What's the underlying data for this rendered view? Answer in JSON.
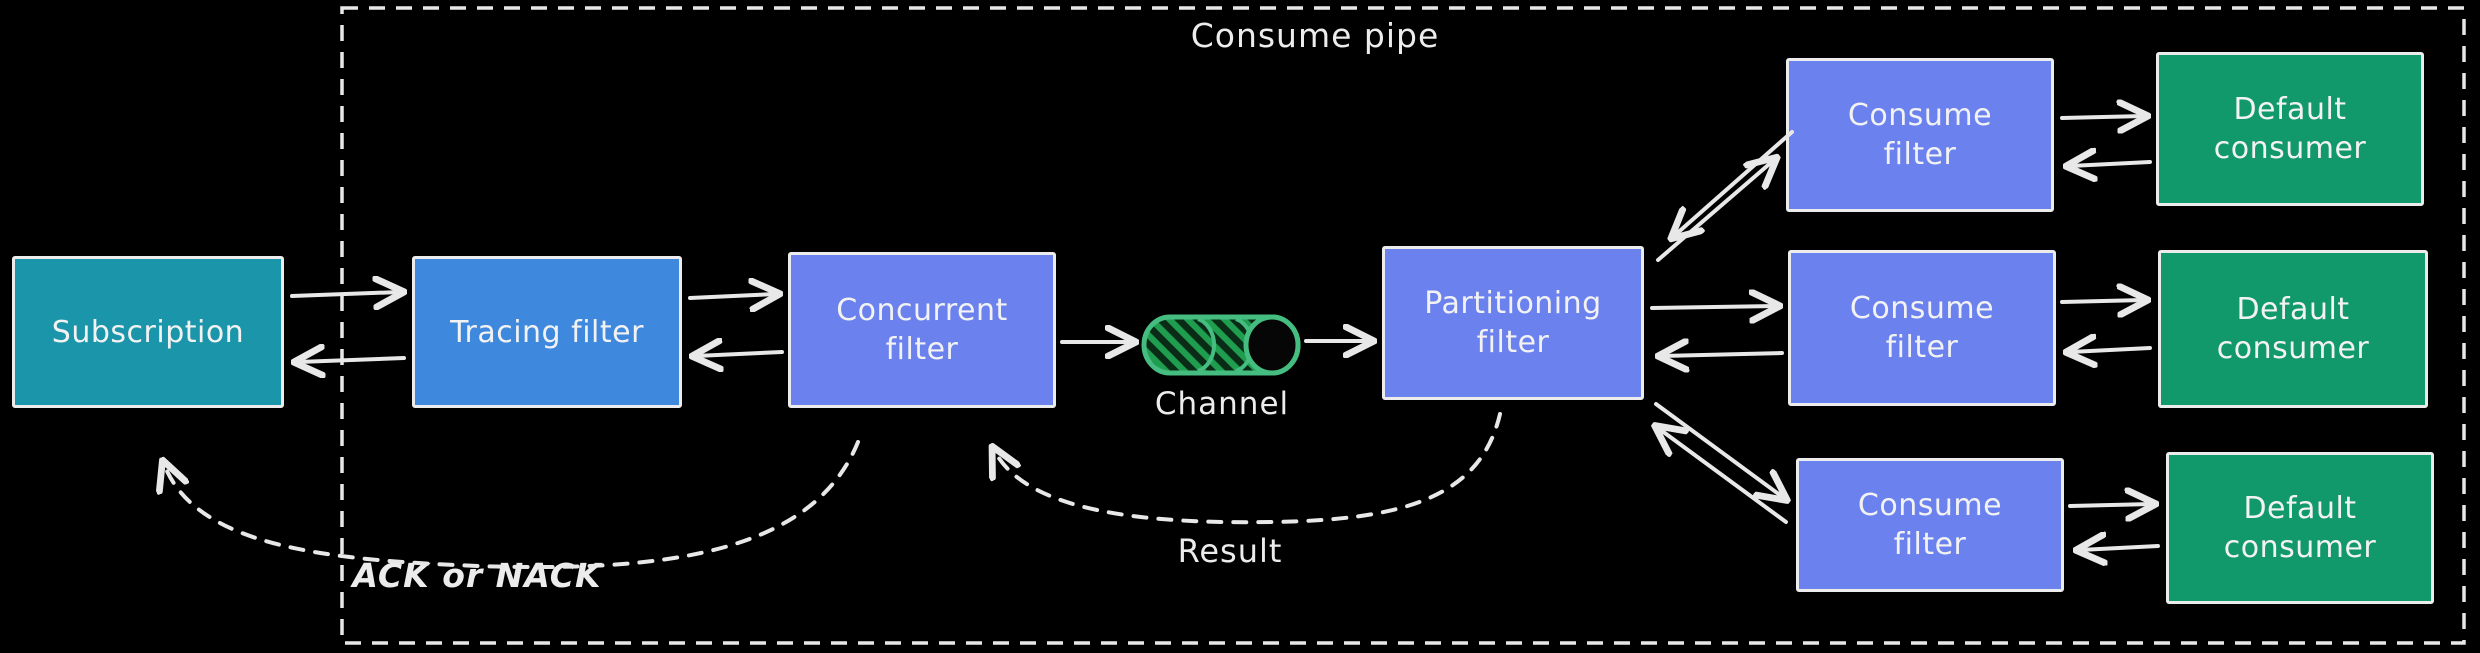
{
  "canvas": {
    "background": "#000000"
  },
  "pipe": {
    "title": "Consume pipe",
    "border_color": "#e8e8e8",
    "border_style": "dashed"
  },
  "nodes": {
    "subscription": {
      "label": "Subscription",
      "color": "#1b95a9"
    },
    "tracing_filter": {
      "label": "Tracing filter",
      "color": "#3e88de"
    },
    "concurrent_filter": {
      "label": "Concurrent filter",
      "color": "#6b82ee"
    },
    "channel": {
      "label": "Channel",
      "outline_color": "#46bd80",
      "hatch_color": "#1f9e4f"
    },
    "partitioning_filter": {
      "label": "Partitioning filter",
      "color": "#6b82ee"
    },
    "consume_filter_1": {
      "label": "Consume filter",
      "color": "#6b82ee"
    },
    "consume_filter_2": {
      "label": "Consume filter",
      "color": "#6b82ee"
    },
    "consume_filter_3": {
      "label": "Consume filter",
      "color": "#6b82ee"
    },
    "default_consumer_1": {
      "label": "Default consumer",
      "color": "#11986b"
    },
    "default_consumer_2": {
      "label": "Default consumer",
      "color": "#11986b"
    },
    "default_consumer_3": {
      "label": "Default consumer",
      "color": "#11986b"
    }
  },
  "edge_labels": {
    "ack": "ACK or NACK",
    "result": "Result"
  },
  "arrow_color": "#e8e8e8"
}
